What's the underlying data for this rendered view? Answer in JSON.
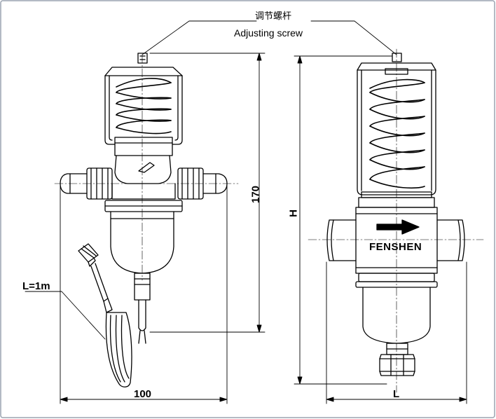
{
  "labels": {
    "adjusting_screw_cn": "调节螺杆",
    "adjusting_screw_en": "Adjusting screw",
    "capillary_length": "L=1m",
    "brand": "FENSHEN"
  },
  "dimensions": {
    "height_side": "170",
    "width_side": "100",
    "height_front": "H",
    "width_front": "L"
  },
  "colors": {
    "line": "#000000",
    "frame": "#9aa3b0"
  }
}
